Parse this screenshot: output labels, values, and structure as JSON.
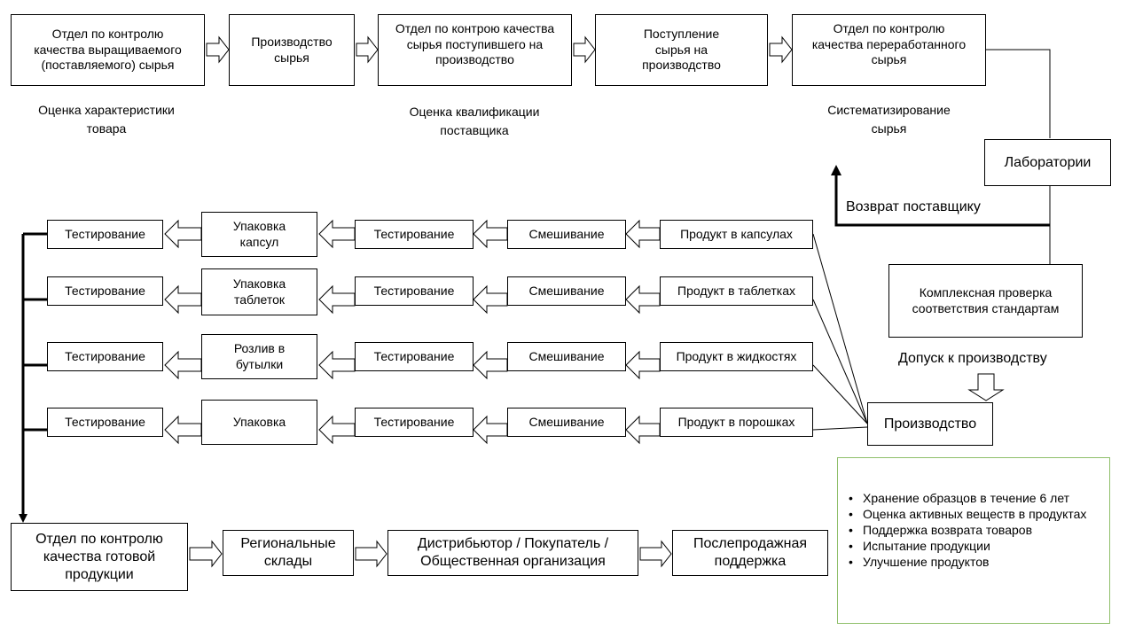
{
  "top_row": {
    "box1": "Отдел  по контролю\nкачества выращиваемого\n(поставляемого) сырья",
    "box2": "Производство\nсырья",
    "box3": "Отдел  по контрою качества\nсырья поступившего  на\nпроизводство",
    "box4": "Поступление\nсырья на\nпроизводство",
    "box5": "Отдел  по контролю\nкачества переработанного\nсырья",
    "caption1": "Оценка характеристики\nтовара",
    "caption2": "Оценка квалификации\nпоставщика",
    "caption3": "Систематизирование\nсырья"
  },
  "right_column": {
    "laboratories": "Лаборатории",
    "return_to_supplier": "Возврат поставщику",
    "compliance_check": "Комплексная проверка\nсоответствия стандартам",
    "admission": "Допуск к производству",
    "production": "Производство"
  },
  "product_lines": [
    {
      "product": "Продукт  в капсулах",
      "mixing": "Смешивание",
      "testing": "Тестирование",
      "packaging": "Упаковка\nкапсул",
      "final_testing": "Тестирование"
    },
    {
      "product": "Продукт  в таблетках",
      "mixing": "Смешивание",
      "testing": "Тестирование",
      "packaging": "Упаковка\nтаблеток",
      "final_testing": "Тестирование"
    },
    {
      "product": "Продукт  в жидкостях",
      "mixing": "Смешивание",
      "testing": "Тестирование",
      "packaging": "Розлив  в\nбутылки",
      "final_testing": "Тестирование"
    },
    {
      "product": "Продукт  в порошках",
      "mixing": "Смешивание",
      "testing": "Тестирование",
      "packaging": "Упаковка",
      "final_testing": "Тестирование"
    }
  ],
  "bottom_row": {
    "qc_finished": "Отдел по контролю\nкачества готовой\nпродукции",
    "warehouses": "Региональные\nсклады",
    "distributor": "Дистрибьютор / Покупатель  /\nОбщественная организация",
    "after_sales": "Послепродажная\nподдержка"
  },
  "notes": [
    "Хранение образцов в течение  6 лет",
    "Оценка  активных  веществ в продуктах",
    "Поддержка  возврата товаров",
    "Испытание  продукции",
    "Улучшение   продуктов"
  ],
  "colors": {
    "line": "#000000",
    "notes_border": "#8fbf6a"
  }
}
